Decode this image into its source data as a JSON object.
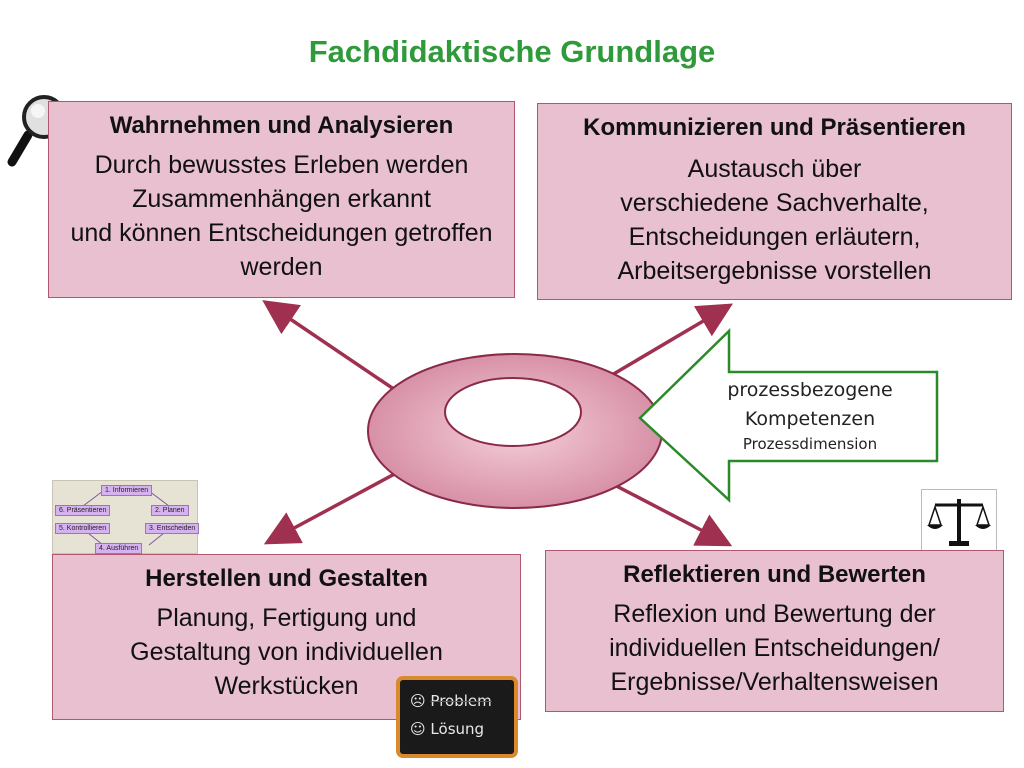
{
  "title": "Fachdidaktische Grundlage",
  "boxes": {
    "wahrnehmen": {
      "heading": "Wahrnehmen und Analysieren",
      "body": "Durch bewusstes Erleben werden Zusammenhängen erkannt\nund können Entscheidungen getroffen werden"
    },
    "kommunizieren": {
      "heading": "Kommunizieren und Präsentieren",
      "body": "Austausch über\nverschiedene Sachverhalte,\nEntscheidungen erläutern,\nArbeitsergebnisse vorstellen"
    },
    "herstellen": {
      "heading": "Herstellen und Gestalten",
      "body": "Planung, Fertigung  und\nGestaltung von individuellen\nWerkstücken"
    },
    "reflektieren": {
      "heading": "Reflektieren und Bewerten",
      "body": "Reflexion und Bewertung der\nindividuellen Entscheidungen/\nErgebnisse/Verhaltensweisen"
    }
  },
  "callout": {
    "line1": "prozessbezogene",
    "line2": "Kompetenzen",
    "line3": "Prozessdimension"
  },
  "cycle_steps": [
    "1. Informieren",
    "2. Planen",
    "3. Entscheiden",
    "4. Ausführen",
    "5. Kontrollieren",
    "6. Präsentieren"
  ],
  "board": {
    "problem": "Problem",
    "loesung": "Lösung"
  },
  "colors": {
    "title": "#2f9a3a",
    "box_fill": "#e8c0cf",
    "box_border": "#b0586f",
    "arrow": "#a0304f",
    "callout_border": "#2a8a2a"
  }
}
